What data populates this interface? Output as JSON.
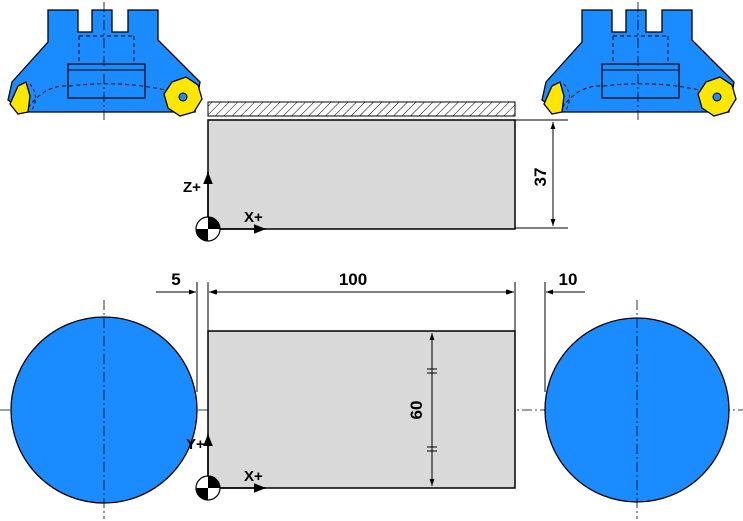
{
  "colors": {
    "tool_blue": "#1a8cff",
    "insert_yellow": "#ffe600",
    "workpiece_gray": "#d9d9d9",
    "outline": "#000000"
  },
  "side_view": {
    "dimension_height": "37",
    "axis_vertical": "Z+",
    "axis_horizontal": "X+"
  },
  "top_view": {
    "dimension_left_clearance": "5",
    "dimension_length": "100",
    "dimension_right_clearance": "10",
    "dimension_width": "60",
    "axis_vertical": "Y+",
    "axis_horizontal": "X+"
  },
  "icons": {
    "tool": "face-mill-cutter-icon",
    "insert": "octagonal-insert-icon",
    "origin": "datum-origin-icon"
  }
}
